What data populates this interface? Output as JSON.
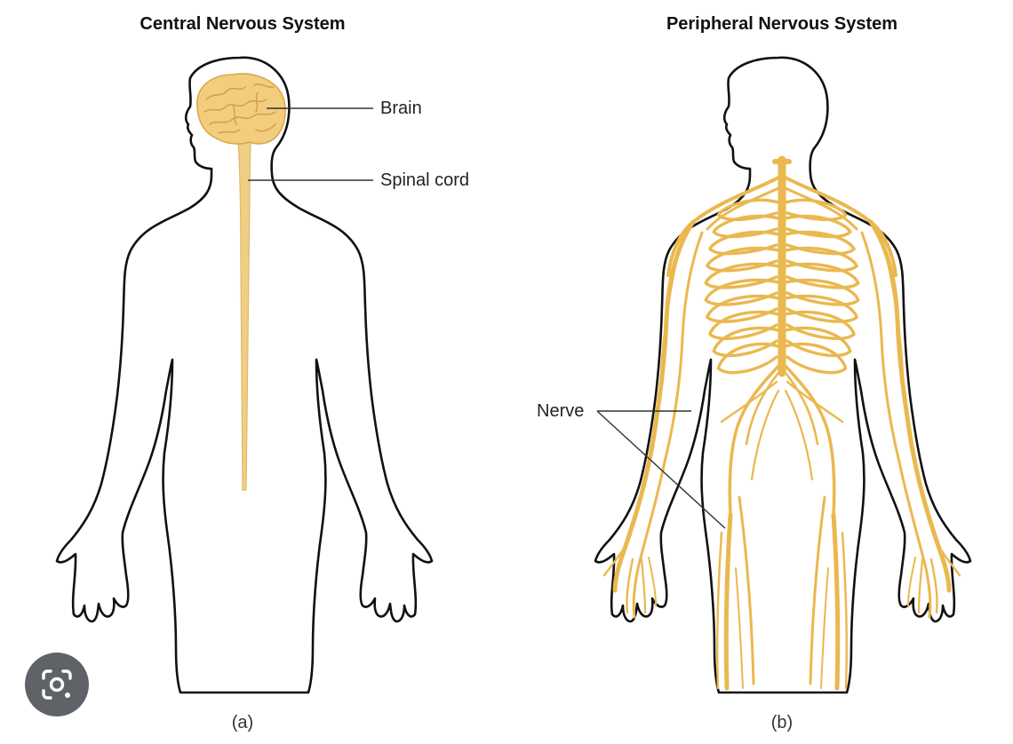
{
  "panel_a": {
    "title": "Central Nervous System",
    "caption": "(a)",
    "labels": {
      "brain": "Brain",
      "spinal_cord": "Spinal cord"
    }
  },
  "panel_b": {
    "title": "Peripheral Nervous System",
    "caption": "(b)",
    "labels": {
      "nerve": "Nerve"
    }
  },
  "overlay": {
    "icon": "lens-camera-icon"
  },
  "colors": {
    "nerve": "#eab84f",
    "brain": "#f2cd7e",
    "brain_fold": "#d9a84a",
    "spinal_cord": "#efcf85",
    "outline": "#111111",
    "button": "#5f6368"
  }
}
